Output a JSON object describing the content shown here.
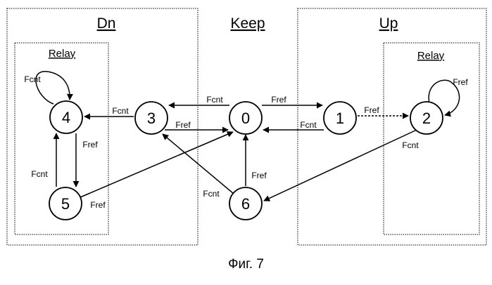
{
  "regions": {
    "dn": "Dn",
    "keep": "Keep",
    "up": "Up",
    "relay_dn": "Relay",
    "relay_up": "Relay"
  },
  "states": {
    "s0": "0",
    "s1": "1",
    "s2": "2",
    "s3": "3",
    "s4": "4",
    "s5": "5",
    "s6": "6"
  },
  "transitions": {
    "t0_3": "Fcnt",
    "t0_1": "Fref",
    "t1_2": "Fref",
    "t1_0": "Fcnt",
    "t3_4": "Fcnt",
    "t3_0": "Fref",
    "t4_4": "Fcnt",
    "t2_2": "Fref",
    "t4_5": "Fref",
    "t5_4": "Fcnt",
    "t5_0": "Fref",
    "t2_6": "Fcnt",
    "t6_0": "Fref",
    "t6_3": "Fcnt"
  },
  "caption": "Фиг. 7"
}
